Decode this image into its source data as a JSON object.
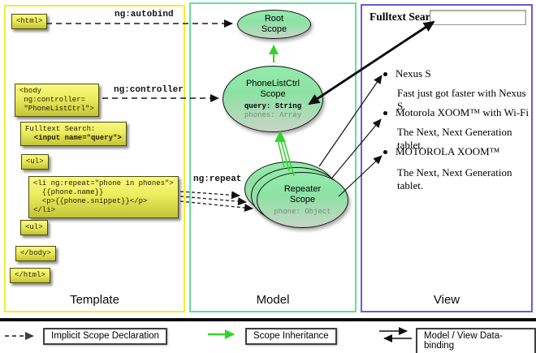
{
  "columns": {
    "template": "Template",
    "model": "Model",
    "view": "View"
  },
  "template": {
    "html_open": "<html>",
    "body_open": "<body\n ng:controller=\n \"PhoneListCtrl\">",
    "fulltext_label": "Fulltext Search:",
    "fulltext_input": "  <input name=\"query\">",
    "ul_open": "<ul>",
    "li_repeat": "<li ng:repeat=\"phone in phones\">\n  {{phone.name}}\n  <p>{{phone.snippet}}</p>\n</li>",
    "ul_close": "<ul>",
    "body_close": "</body>",
    "html_close": "</html>"
  },
  "arrows": {
    "autobind": "ng:autobind",
    "controller": "ng:controller",
    "repeat": "ng:repeat"
  },
  "model": {
    "root_scope_title": "Root\nScope",
    "phonelist_title": "PhoneListCtrl\nScope",
    "phonelist_prop_query": "query: String",
    "phonelist_prop_phones": "phones: Array",
    "repeater_title": "Repeater\nScope",
    "repeater_prop": "phone: Object"
  },
  "view": {
    "search_label": "Fulltext Search:",
    "search_value": "",
    "items": [
      {
        "title": "Nexus S",
        "desc": "Fast just got faster with Nexus S."
      },
      {
        "title": "Motorola XOOM™ with Wi-Fi",
        "desc": "The Next, Next Generation tablet."
      },
      {
        "title": "MOTOROLA XOOM™",
        "desc": "The Next, Next Generation tablet."
      }
    ]
  },
  "legend": {
    "implicit_scope": "Implicit Scope Declaration",
    "scope_inheritance": "Scope Inheritance",
    "data_binding": "Model / View Data-binding"
  },
  "colors": {
    "template_border": "#f2ee30",
    "model_border": "#63e096",
    "view_border": "#7257d1",
    "scope_fill_top": "#93ecab",
    "scope_fill_bottom": "#c7d5c5",
    "code_box_top": "#f9f97e",
    "code_box_bottom": "#c3c336",
    "inheritance_green": "#35d22c"
  }
}
